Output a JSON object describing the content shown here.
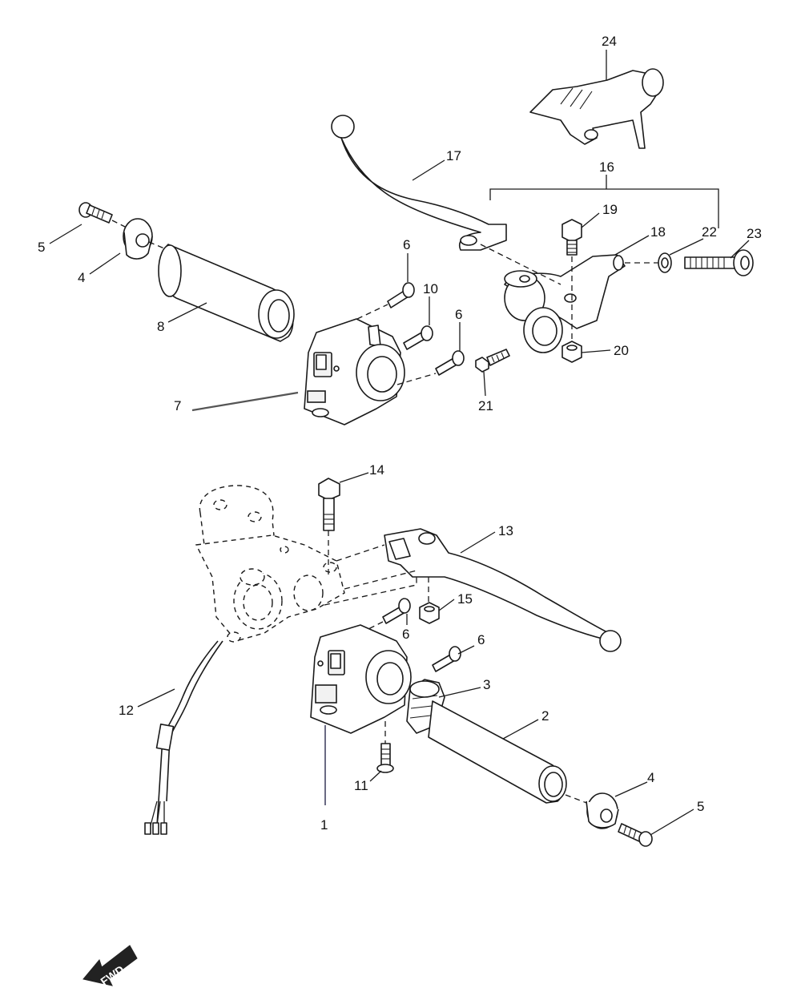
{
  "diagram": {
    "callouts": [
      {
        "id": "c24",
        "label": "24"
      },
      {
        "id": "c17",
        "label": "17"
      },
      {
        "id": "c16",
        "label": "16"
      },
      {
        "id": "c19",
        "label": "19"
      },
      {
        "id": "c18",
        "label": "18"
      },
      {
        "id": "c22",
        "label": "22"
      },
      {
        "id": "c23",
        "label": "23"
      },
      {
        "id": "c5a",
        "label": "5"
      },
      {
        "id": "c4a",
        "label": "4"
      },
      {
        "id": "c8",
        "label": "8"
      },
      {
        "id": "c6a",
        "label": "6"
      },
      {
        "id": "c10",
        "label": "10"
      },
      {
        "id": "c6b",
        "label": "6"
      },
      {
        "id": "c20",
        "label": "20"
      },
      {
        "id": "c21",
        "label": "21"
      },
      {
        "id": "c7",
        "label": "7"
      },
      {
        "id": "c14",
        "label": "14"
      },
      {
        "id": "c13",
        "label": "13"
      },
      {
        "id": "c15",
        "label": "15"
      },
      {
        "id": "c6c",
        "label": "6"
      },
      {
        "id": "c6d",
        "label": "6"
      },
      {
        "id": "c3",
        "label": "3"
      },
      {
        "id": "c2",
        "label": "2"
      },
      {
        "id": "c12",
        "label": "12"
      },
      {
        "id": "c11",
        "label": "11"
      },
      {
        "id": "c4b",
        "label": "4"
      },
      {
        "id": "c5b",
        "label": "5"
      },
      {
        "id": "c1",
        "label": "1"
      }
    ],
    "direction_badge": "FWD",
    "colors": {
      "line": "#1a1a1a",
      "fill": "#ffffff",
      "badge": "#222222"
    }
  }
}
